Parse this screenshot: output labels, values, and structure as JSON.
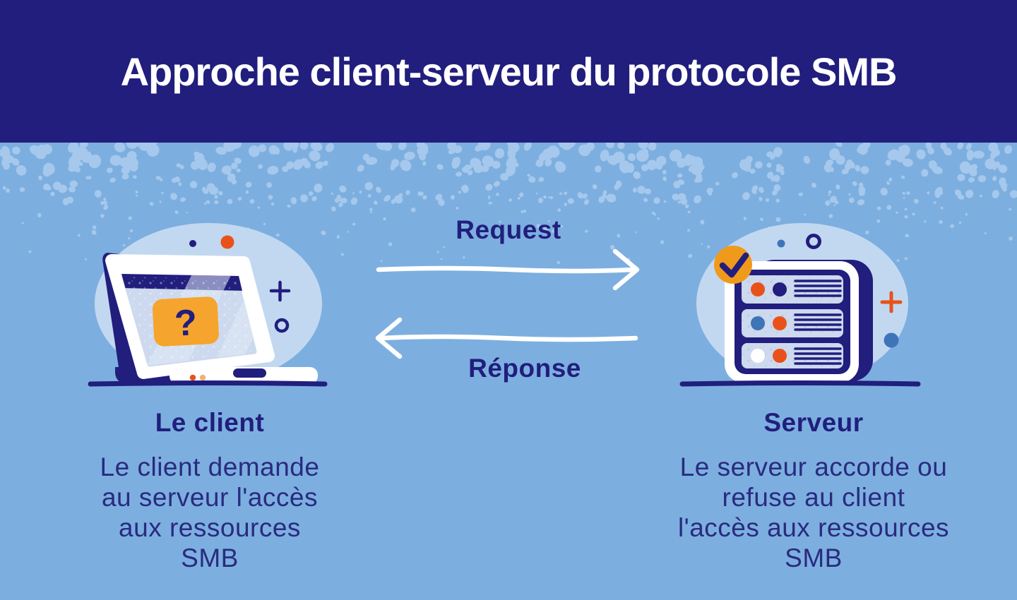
{
  "header": {
    "title": "Approche client-serveur du protocole SMB"
  },
  "arrows": {
    "request_label": "Request",
    "response_label": "Réponse"
  },
  "client": {
    "heading": "Le client",
    "desc_lines": [
      "Le client demande",
      "au serveur l'accès",
      "aux ressources",
      "SMB"
    ],
    "question_mark": "?"
  },
  "server": {
    "heading": "Serveur",
    "desc_lines": [
      "Le serveur accorde ou",
      "refuse au client",
      "l'accès aux ressources",
      "SMB"
    ]
  },
  "colors": {
    "header_bg": "#211e7d",
    "navy": "#211e7d",
    "background": "#7cafdf",
    "texture_dot": "#a6c8ec",
    "halo": "#c2d8f1",
    "panel": "#cdd9ee",
    "orange_red": "#e8521a",
    "amber": "#f5a42e",
    "amber_deep": "#f09a1b",
    "medium_blue": "#3e74b8",
    "pale_orange": "#f0b277",
    "white": "#ffffff",
    "body_text": "#2a2a80"
  }
}
